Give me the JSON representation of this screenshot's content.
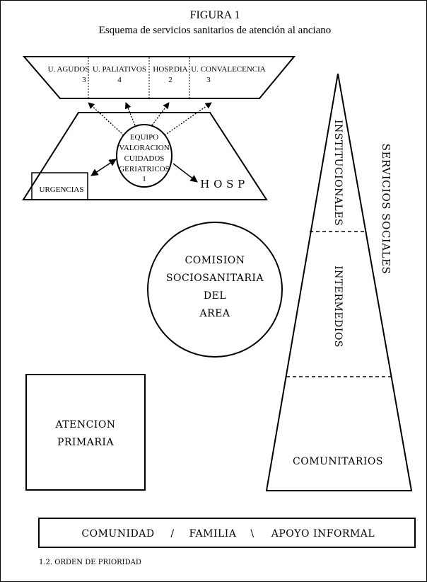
{
  "figure": {
    "title": "FIGURA 1",
    "subtitle": "Esquema de servicios sanitarios de atención al anciano"
  },
  "hospital_units": [
    {
      "name": "U. AGUDOS",
      "number": "3"
    },
    {
      "name": "U. PALIATIVOS",
      "number": "4"
    },
    {
      "name": "HOSP.DIA",
      "number": "2"
    },
    {
      "name": "U. CONVALECENCIA",
      "number": "3"
    }
  ],
  "equipo": {
    "lines": [
      "EQUIPO",
      "VALORACION",
      "CUIDADOS",
      "GERIATRICOS"
    ],
    "number": "1"
  },
  "urgencias": "URGENCIAS",
  "hosp": "H O S P",
  "comision": {
    "lines": [
      "COMISION",
      "SOCIOSANITARIA",
      "DEL",
      "AREA"
    ]
  },
  "atencion_primaria": {
    "lines": [
      "ATENCION",
      "PRIMARIA"
    ]
  },
  "triangle": {
    "institucionales": "INSTITUCIONALES",
    "intermedios": "INTERMEDIOS",
    "comunitarios": "COMUNITARIOS",
    "servicios_sociales": "SERVICIOS SOCIALES"
  },
  "bottom_bar": {
    "comunidad": "COMUNIDAD",
    "sep1": "/",
    "familia": "FAMILIA",
    "sep2": "\\",
    "apoyo": "APOYO INFORMAL"
  },
  "footer": "1.2. ORDEN DE PRIORIDAD"
}
